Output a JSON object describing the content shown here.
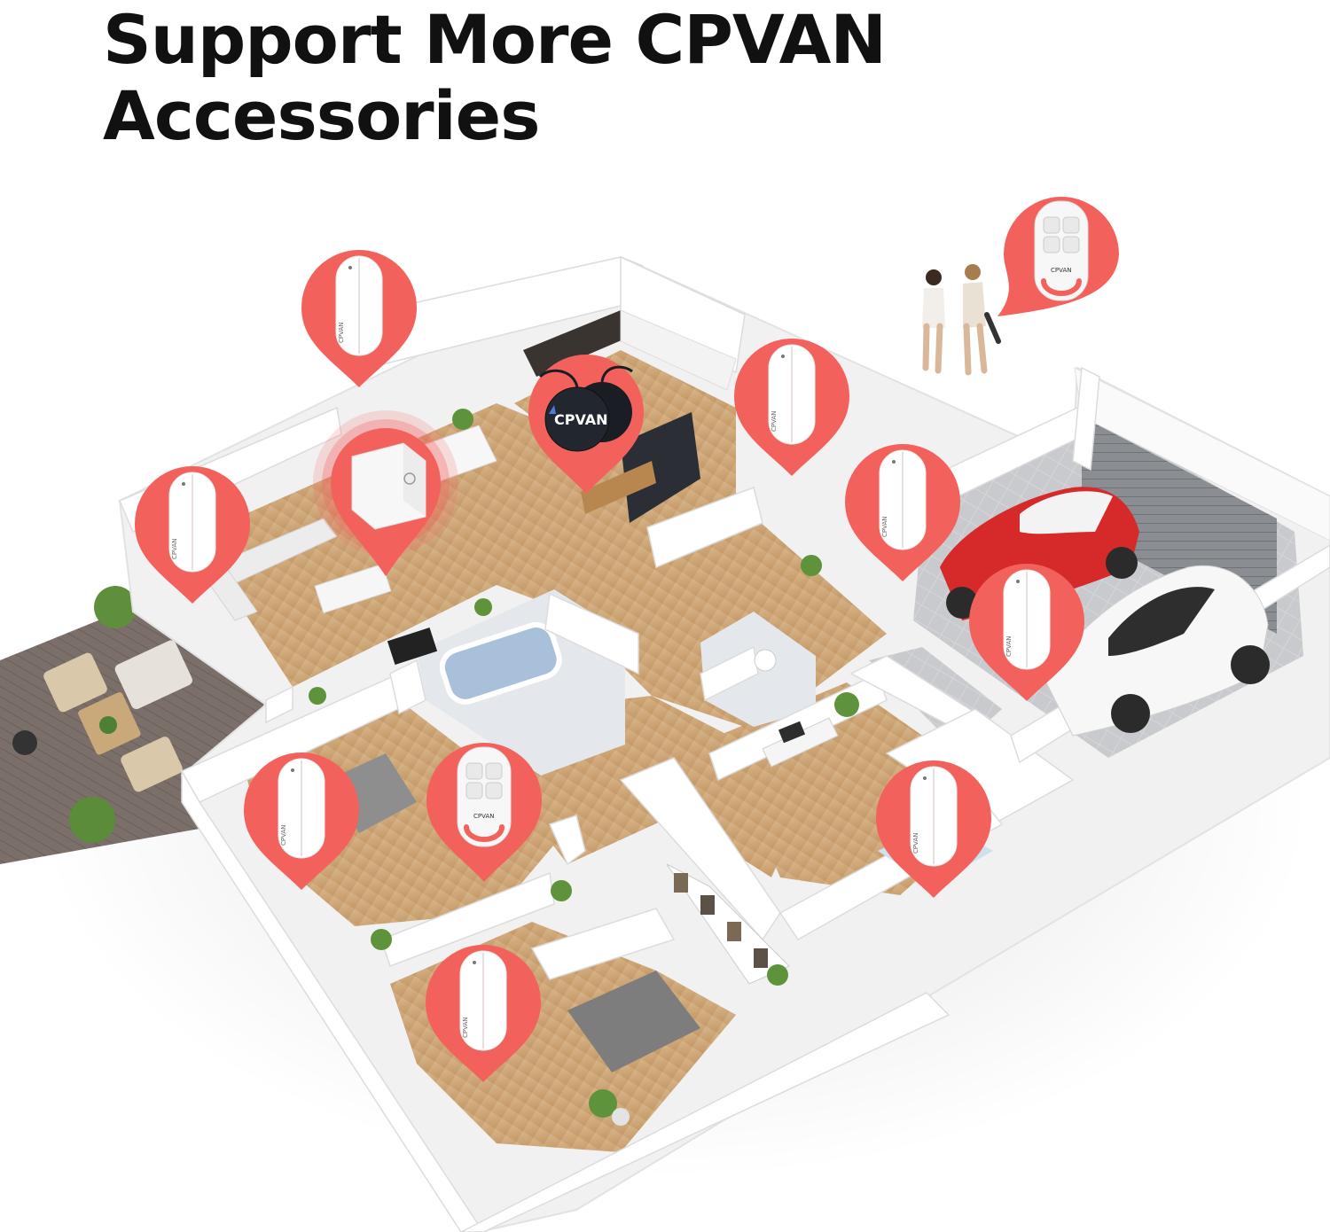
{
  "headline": {
    "line1": "Support More CPVAN",
    "line2": "Accessories"
  },
  "brand": {
    "logo_text": "CPVAN",
    "pin_color": "#f3615c",
    "pin_inner": "#ffffff",
    "tag_color": "#1a1d24",
    "tag_accent": "#4d7ddc"
  },
  "markers": [
    {
      "name": "door-sensor-pin-top-left",
      "device": "door-sensor"
    },
    {
      "name": "door-sensor-pin-left",
      "device": "door-sensor"
    },
    {
      "name": "hub-pin-living-room",
      "device": "hub"
    },
    {
      "name": "rfid-tag-pin-kitchen",
      "device": "rfid-tag"
    },
    {
      "name": "door-sensor-pin-hall",
      "device": "door-sensor"
    },
    {
      "name": "remote-pin-outside",
      "device": "remote"
    },
    {
      "name": "door-sensor-pin-garage-door",
      "device": "door-sensor"
    },
    {
      "name": "door-sensor-pin-garage",
      "device": "door-sensor"
    },
    {
      "name": "door-sensor-pin-bedroom-left",
      "device": "door-sensor"
    },
    {
      "name": "remote-pin-bedroom",
      "device": "remote"
    },
    {
      "name": "door-sensor-pin-office",
      "device": "door-sensor"
    },
    {
      "name": "door-sensor-pin-bedroom-bottom",
      "device": "door-sensor"
    }
  ]
}
